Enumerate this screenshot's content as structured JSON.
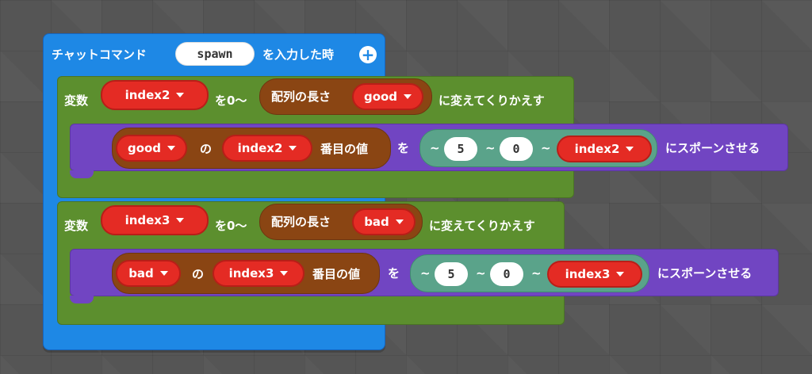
{
  "event": {
    "label_before": "チャットコマンド",
    "command": "spawn",
    "label_after": "を入力した時"
  },
  "loops": [
    {
      "var_label": "変数",
      "var": "index2",
      "range": "を0〜",
      "array_len_label": "配列の長さ",
      "array": "good",
      "suffix": "に変えてくりかえす",
      "spawn": {
        "array": "good",
        "of": "の",
        "index": "index2",
        "value_label": "番目の値",
        "wo": "を",
        "pos": {
          "t1": "~",
          "x": "5",
          "t2": "~",
          "y": "0",
          "t3": "~",
          "z": "index2"
        },
        "action": "にスポーンさせる"
      }
    },
    {
      "var_label": "変数",
      "var": "index3",
      "range": "を0〜",
      "array_len_label": "配列の長さ",
      "array": "bad",
      "suffix": "に変えてくりかえす",
      "spawn": {
        "array": "bad",
        "of": "の",
        "index": "index3",
        "value_label": "番目の値",
        "wo": "を",
        "pos": {
          "t1": "~",
          "x": "5",
          "t2": "~",
          "y": "0",
          "t3": "~",
          "z": "index3"
        },
        "action": "にスポーンさせる"
      }
    }
  ]
}
